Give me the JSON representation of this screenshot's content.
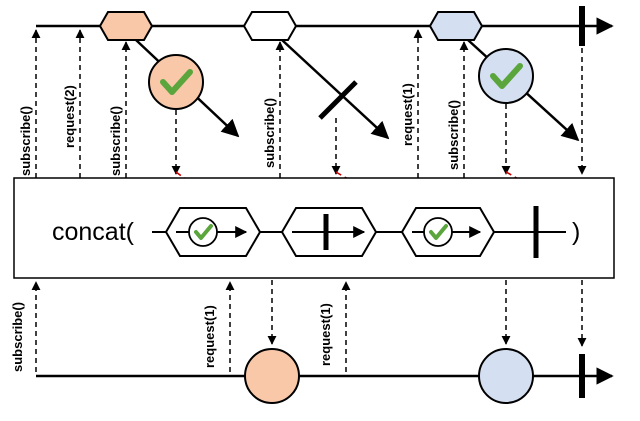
{
  "operator": {
    "label": "concat(",
    "close": ")"
  },
  "labels": {
    "subscribe": "subscribe()",
    "request2": "request(2)",
    "request1": "request(1)"
  },
  "colors": {
    "orange": "#f8c8a8",
    "white": "#ffffff",
    "blue": "#d4dff2",
    "arrow": "#000000",
    "dashed_red": "#cc0000",
    "check_green": "#5aa53c"
  },
  "icons": [
    "check-icon",
    "error-x-icon",
    "completion-bar-icon"
  ]
}
